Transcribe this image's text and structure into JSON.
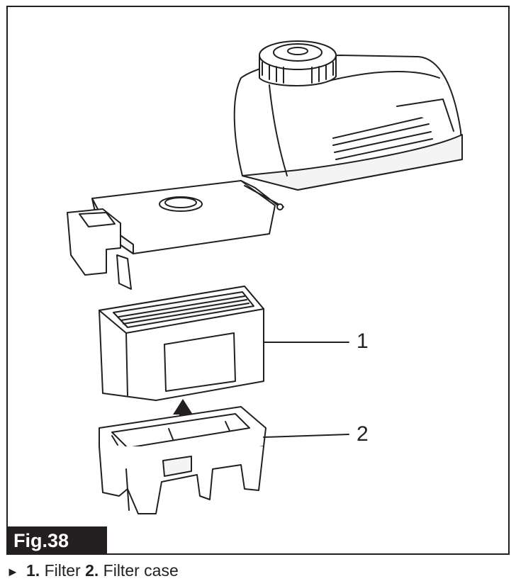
{
  "figure": {
    "label": "Fig.38",
    "callouts": [
      {
        "number": "1",
        "part": "Filter"
      },
      {
        "number": "2",
        "part": "Filter case"
      }
    ],
    "caption": {
      "arrow": "►",
      "items": [
        {
          "number": "1.",
          "text": " Filter"
        },
        {
          "number": "2.",
          "text": " Filter case"
        }
      ]
    }
  },
  "colors": {
    "ink": "#231f20",
    "paper": "#ffffff"
  }
}
